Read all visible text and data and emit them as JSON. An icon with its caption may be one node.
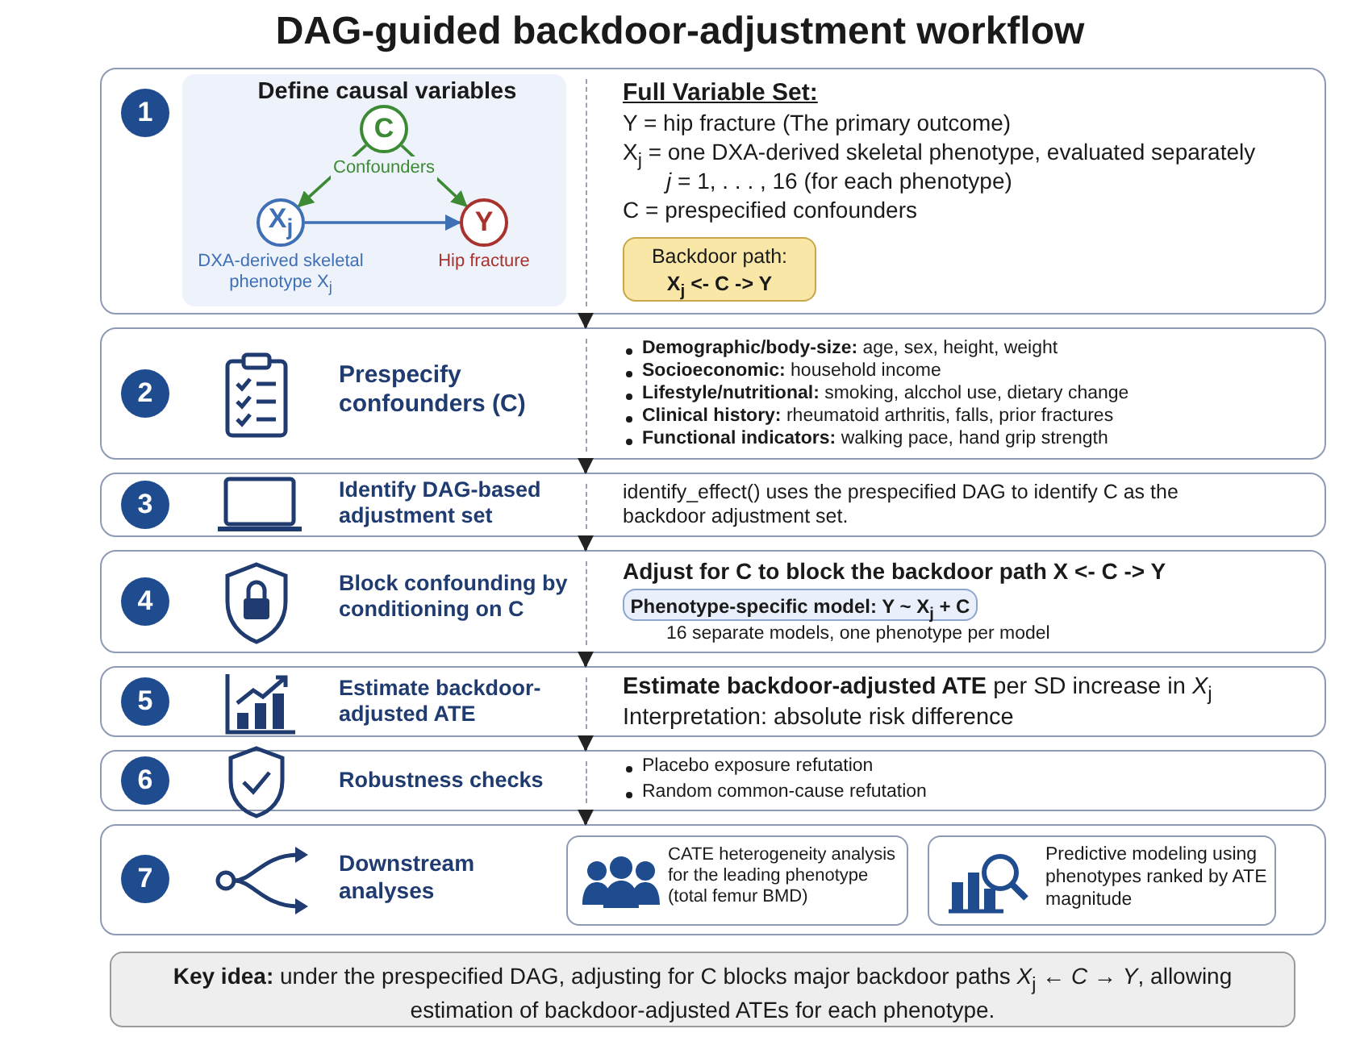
{
  "diagram": {
    "title": "DAG-guided backdoor-adjustment workflow",
    "nodes": [
      {
        "text": [
          "1",
          "Define causal variables",
          "Full Variable Set:",
          "Y = hip fracture (The primary outcome)",
          "X$_{j}$ = one DXA-derived skeletal phenotype, evaluated separately",
          "*j* = 1, . . . , 16 (for each phenotype)",
          "C = prespecified confounders"
        ]
      },
      {
        "text": [
          "C"
        ],
        "beside": [
          "Confounders"
        ],
        "in": 0
      },
      {
        "text": [
          "X$_{j}$"
        ],
        "beside": [
          "DXA-derived skeletal phenotype X$_{j}$"
        ],
        "in": 0
      },
      {
        "text": [
          "Y"
        ],
        "beside": [
          "Hip fracture"
        ],
        "in": 0
      },
      {
        "text": [
          "Backdoor path:",
          "X$_{j}$ <- C -> Y"
        ],
        "in": 0
      },
      {
        "text": [
          "2",
          "Prespecify confounders (C)",
          "**Demographic/body-size:** age, sex, height, weight",
          "**Socioeconomic:** household income",
          "**Lifestyle/nutritional:** smoking, alcchol use, dietary change",
          "**Clinical history:** rheumatoid arthritis, falls, prior fractures",
          "**Functional indicators:** walking pace, hand grip strength"
        ]
      },
      {
        "text": [
          "3",
          "Identify DAG-based adjustment set",
          "identify_effect() uses the prespecified DAG to identify C as the backdoor adjustment set."
        ]
      },
      {
        "text": [
          "4",
          "Block confounding by conditioning on C",
          "Adjust for C to block the backdoor path X <- C -> Y",
          "16 separate models, one phenotype per model"
        ]
      },
      {
        "text": [
          "Phenotype-specific model: Y ~ X$_{j}$ + C"
        ],
        "in": 7
      },
      {
        "text": [
          "5",
          "Estimate backdoor-adjusted ATE",
          "**Estimate backdoor-adjusted ATE** per SD increase in *X*$_{j}$",
          "Interpretation: absolute risk difference"
        ]
      },
      {
        "text": [
          "6",
          "Robustness checks",
          "Placebo exposure refutation",
          "Random common-cause refutation"
        ]
      },
      {
        "text": [
          "7",
          "Downstream analyses"
        ]
      },
      {
        "text": [
          "CATE heterogeneity analysis for the leading phenotype (total femur BMD)"
        ],
        "in": 11
      },
      {
        "text": [
          "Predictive modeling using phenotypes ranked by ATE magnitude"
        ],
        "in": 11
      },
      {
        "text": [
          "**Key idea:** under the prespecified DAG, adjusting for C blocks major backdoor paths *X*$_{j}$ ← *C* → *Y*, allowing estimation of backdoor-adjusted ATEs for each phenotype."
        ]
      }
    ],
    "edges": [
      {
        "from": 1,
        "to": 2,
        "arrow": "to",
        "color": "#3d8a35"
      },
      {
        "from": 1,
        "to": 3,
        "arrow": "to",
        "color": "#3d8a35"
      },
      {
        "from": 2,
        "to": 3,
        "arrow": "to",
        "color": "#3f6fb5"
      },
      {
        "from": 0,
        "to": 5,
        "arrow": "to"
      },
      {
        "from": 5,
        "to": 6,
        "arrow": "to"
      },
      {
        "from": 6,
        "to": 7,
        "arrow": "to"
      },
      {
        "from": 7,
        "to": 9,
        "arrow": "to"
      },
      {
        "from": 9,
        "to": 10,
        "arrow": "to"
      },
      {
        "from": 10,
        "to": 11,
        "arrow": "to"
      }
    ]
  }
}
